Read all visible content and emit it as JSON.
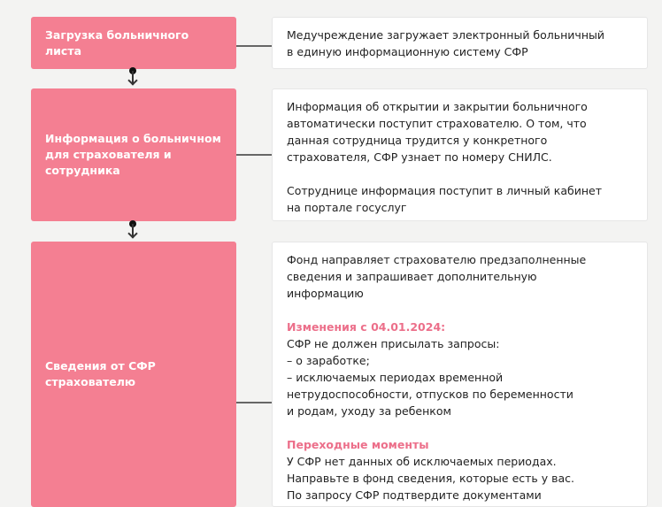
{
  "steps": [
    {
      "title": "Загрузка больничного листа",
      "lines": [
        "Медучреждение загружает электронный больничный",
        "в единую информационную систему СФР"
      ]
    },
    {
      "title": "Информация о больничном для страхователя и сотрудника",
      "lines": [
        "Информация об открытии и закрытии больничного",
        "автоматически поступит страхователю. О том, что",
        "данная сотрудница трудится у конкретного",
        "страхователя, СФР узнает по номеру СНИЛС."
      ],
      "lines2": [
        "Сотруднице информация поступит в личный кабинет",
        "на портале госуслуг"
      ]
    },
    {
      "title": "Сведения от СФР страхователю",
      "lines": [
        "Фонд направляет страхователю предзаполненные",
        "сведения и запрашивает дополнительную",
        "информацию"
      ],
      "changes_heading": "Изменения с 04.01.2024:",
      "changes": [
        "СФР не должен присылать запросы:",
        "– о заработке;",
        "– исключаемых периодах временной",
        "нетрудоспособности, отпусков по беременности",
        "и родам, уходу за ребенком"
      ],
      "transition_heading": "Переходные моменты",
      "transition": [
        "У СФР нет данных об исключаемых периодах.",
        "Направьте в фонд сведения, которые есть у вас.",
        "По запросу СФР подтвердите документами"
      ]
    }
  ],
  "colors": {
    "step": "#f47f92",
    "highlight": "#ec6f8a"
  }
}
